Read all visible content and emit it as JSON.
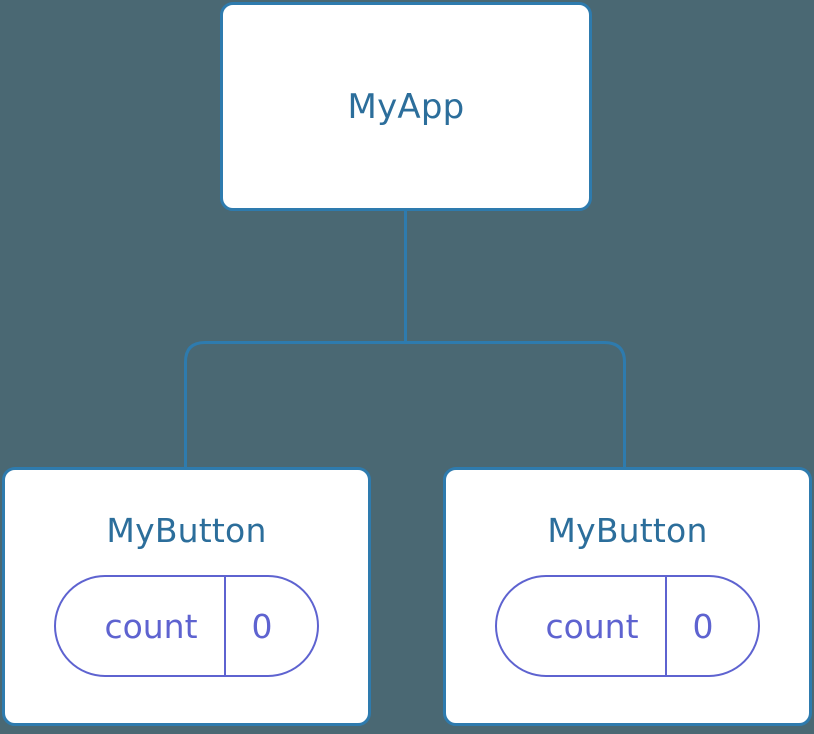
{
  "diagram": {
    "type": "component-tree",
    "background_color": "#4a6873",
    "node_border_color": "#2e7bae",
    "node_title_color": "#2c6e9b",
    "badge_color": "#5e63d0",
    "edge_color": "#2e7bae"
  },
  "root": {
    "title": "MyApp"
  },
  "children": [
    {
      "title": "MyButton",
      "state": {
        "key": "count",
        "value": "0"
      }
    },
    {
      "title": "MyButton",
      "state": {
        "key": "count",
        "value": "0"
      }
    }
  ]
}
